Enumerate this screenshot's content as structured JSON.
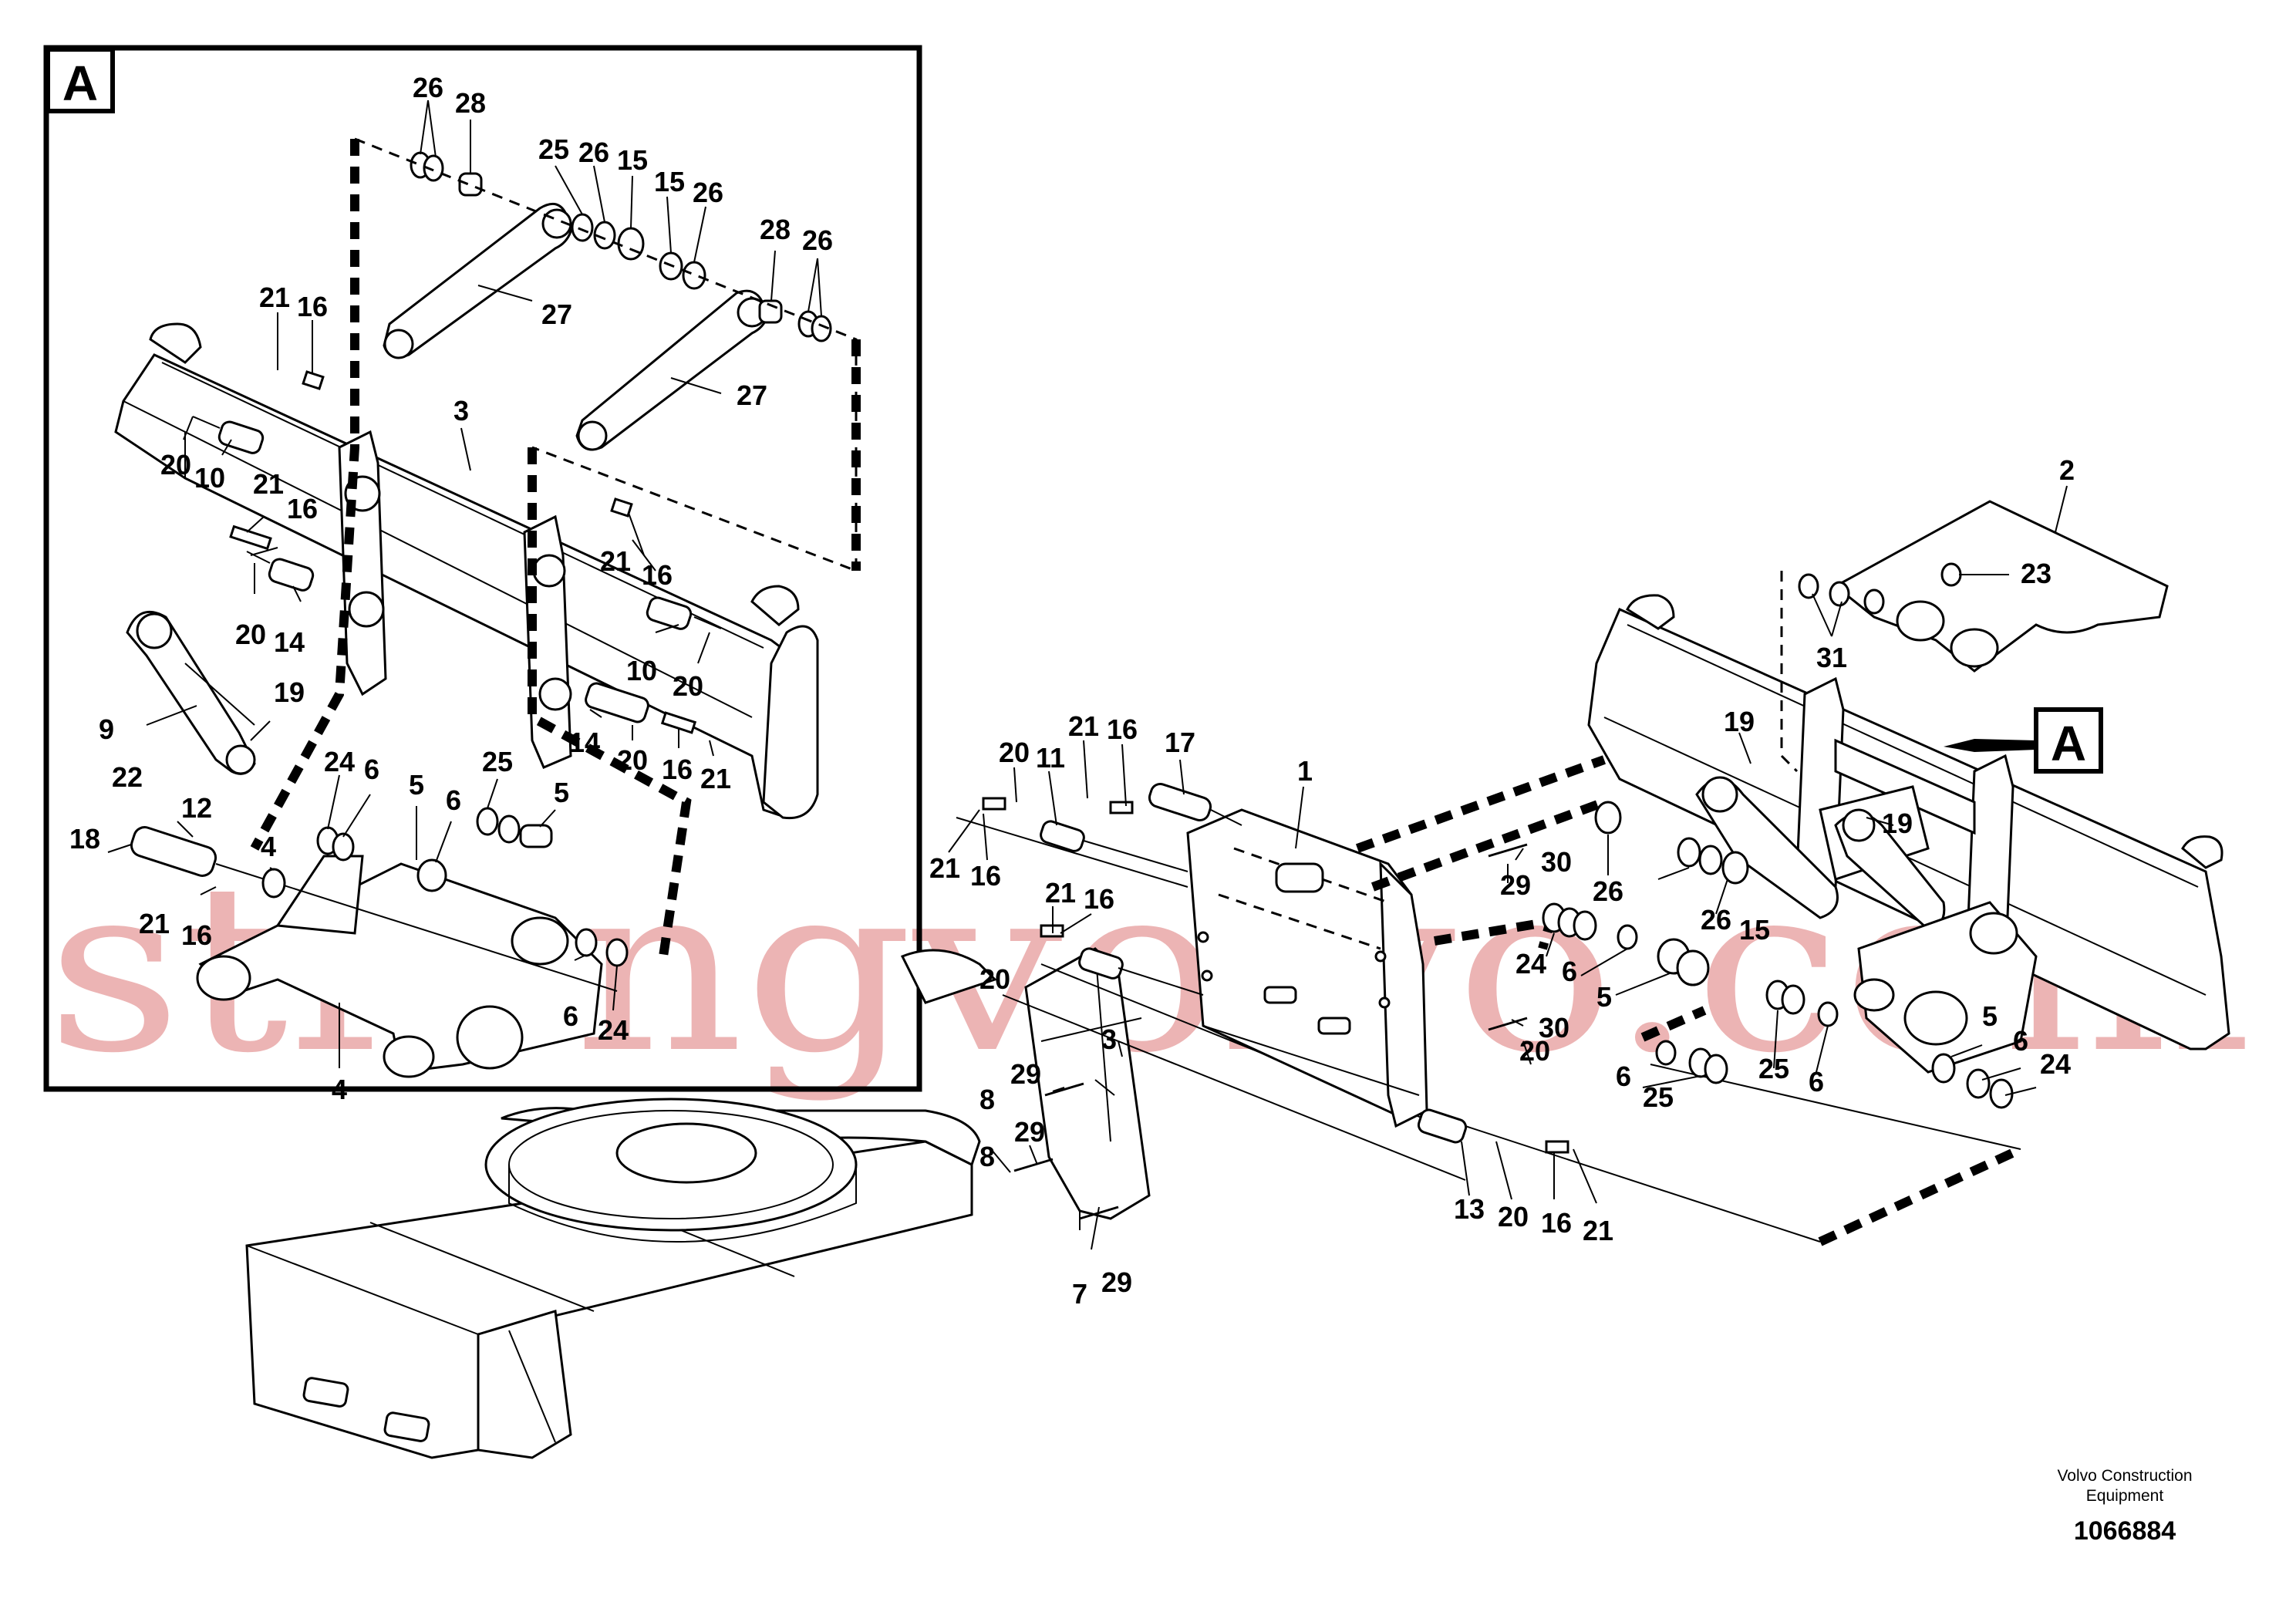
{
  "inset": {
    "tag": "A"
  },
  "main_callout": {
    "tag": "A"
  },
  "watermark": "strongvolvo.com",
  "footer": {
    "brand_line1": "Volvo Construction",
    "brand_line2": "Equipment",
    "drawing_number": "1066884"
  },
  "labels_inset": [
    {
      "id": "a26a",
      "text": "26"
    },
    {
      "id": "a28a",
      "text": "28"
    },
    {
      "id": "a25a",
      "text": "25"
    },
    {
      "id": "a26b",
      "text": "26"
    },
    {
      "id": "a15a",
      "text": "15"
    },
    {
      "id": "a15b",
      "text": "15"
    },
    {
      "id": "a26c",
      "text": "26"
    },
    {
      "id": "a28b",
      "text": "28"
    },
    {
      "id": "a26d",
      "text": "26"
    },
    {
      "id": "a27a",
      "text": "27"
    },
    {
      "id": "a27b",
      "text": "27"
    },
    {
      "id": "a21a",
      "text": "21"
    },
    {
      "id": "a16a",
      "text": "16"
    },
    {
      "id": "a3",
      "text": "3"
    },
    {
      "id": "a20a",
      "text": "20"
    },
    {
      "id": "a10a",
      "text": "10"
    },
    {
      "id": "a21b",
      "text": "21"
    },
    {
      "id": "a16b",
      "text": "16"
    },
    {
      "id": "a21c",
      "text": "21"
    },
    {
      "id": "a16c",
      "text": "16"
    },
    {
      "id": "a20b",
      "text": "20"
    },
    {
      "id": "a14a",
      "text": "14"
    },
    {
      "id": "a10b",
      "text": "10"
    },
    {
      "id": "a20c",
      "text": "20"
    },
    {
      "id": "a19",
      "text": "19"
    },
    {
      "id": "a9",
      "text": "9"
    },
    {
      "id": "a14b",
      "text": "14"
    },
    {
      "id": "a20d",
      "text": "20"
    },
    {
      "id": "a16d",
      "text": "16"
    },
    {
      "id": "a21d",
      "text": "21"
    },
    {
      "id": "a24a",
      "text": "24"
    },
    {
      "id": "a6a",
      "text": "6"
    },
    {
      "id": "a25b",
      "text": "25"
    },
    {
      "id": "a5a",
      "text": "5"
    },
    {
      "id": "a5b",
      "text": "5"
    },
    {
      "id": "a6b",
      "text": "6"
    },
    {
      "id": "a22",
      "text": "22"
    },
    {
      "id": "a12",
      "text": "12"
    },
    {
      "id": "a18",
      "text": "18"
    },
    {
      "id": "a4a",
      "text": "4"
    },
    {
      "id": "a21e",
      "text": "21"
    },
    {
      "id": "a16e",
      "text": "16"
    },
    {
      "id": "a6c",
      "text": "6"
    },
    {
      "id": "a24b",
      "text": "24"
    },
    {
      "id": "a4b",
      "text": "4"
    }
  ],
  "labels_main": [
    {
      "id": "m2",
      "text": "2"
    },
    {
      "id": "m23",
      "text": "23"
    },
    {
      "id": "m31",
      "text": "31"
    },
    {
      "id": "m19a",
      "text": "19"
    },
    {
      "id": "m19b",
      "text": "19"
    },
    {
      "id": "m20a",
      "text": "20"
    },
    {
      "id": "m11",
      "text": "11"
    },
    {
      "id": "m21a",
      "text": "21"
    },
    {
      "id": "m16a",
      "text": "16"
    },
    {
      "id": "m17",
      "text": "17"
    },
    {
      "id": "m1",
      "text": "1"
    },
    {
      "id": "m21b",
      "text": "21"
    },
    {
      "id": "m16b",
      "text": "16"
    },
    {
      "id": "m21c",
      "text": "21"
    },
    {
      "id": "m16c",
      "text": "16"
    },
    {
      "id": "m30a",
      "text": "30"
    },
    {
      "id": "m29a",
      "text": "29"
    },
    {
      "id": "m26a",
      "text": "26"
    },
    {
      "id": "m26b",
      "text": "26"
    },
    {
      "id": "m15",
      "text": "15"
    },
    {
      "id": "m24a",
      "text": "24"
    },
    {
      "id": "m6a",
      "text": "6"
    },
    {
      "id": "m5a",
      "text": "5"
    },
    {
      "id": "m20b",
      "text": "20"
    },
    {
      "id": "m30b",
      "text": "30"
    },
    {
      "id": "m20c",
      "text": "20"
    },
    {
      "id": "m25a",
      "text": "25"
    },
    {
      "id": "m6b",
      "text": "6"
    },
    {
      "id": "m25b",
      "text": "25"
    },
    {
      "id": "m6c",
      "text": "6"
    },
    {
      "id": "m5b",
      "text": "5"
    },
    {
      "id": "m6d",
      "text": "6"
    },
    {
      "id": "m24b",
      "text": "24"
    },
    {
      "id": "m8a",
      "text": "8"
    },
    {
      "id": "m29b",
      "text": "29"
    },
    {
      "id": "m3",
      "text": "3"
    },
    {
      "id": "m8b",
      "text": "8"
    },
    {
      "id": "m29c",
      "text": "29"
    },
    {
      "id": "m7",
      "text": "7"
    },
    {
      "id": "m29d",
      "text": "29"
    },
    {
      "id": "m13",
      "text": "13"
    },
    {
      "id": "m20d",
      "text": "20"
    },
    {
      "id": "m16d",
      "text": "16"
    },
    {
      "id": "m21d",
      "text": "21"
    }
  ]
}
